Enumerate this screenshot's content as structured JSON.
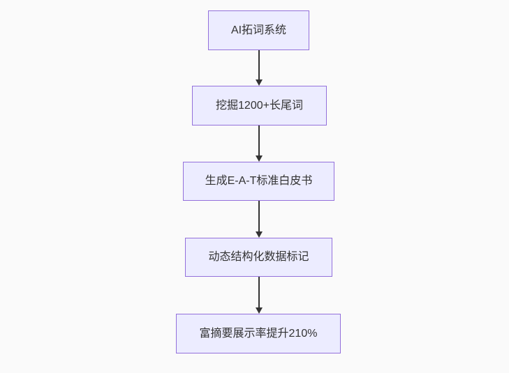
{
  "diagram": {
    "type": "flowchart",
    "direction": "top-down",
    "colors": {
      "page-bg": "#fafafa",
      "node-fill": "#ececff",
      "node-border": "#9370db",
      "edge-color": "#333333",
      "text-color": "#333333"
    },
    "nodes": [
      {
        "label": "AI拓词系统"
      },
      {
        "label": "挖掘1200+长尾词"
      },
      {
        "label": "生成E-A-T标准白皮书"
      },
      {
        "label": "动态结构化数据标记"
      },
      {
        "label": "富摘要展示率提升210%"
      }
    ],
    "edges": [
      {
        "from": 0,
        "to": 1,
        "style": "arrow-down"
      },
      {
        "from": 1,
        "to": 2,
        "style": "arrow-down"
      },
      {
        "from": 2,
        "to": 3,
        "style": "arrow-down"
      },
      {
        "from": 3,
        "to": 4,
        "style": "arrow-down"
      }
    ]
  }
}
